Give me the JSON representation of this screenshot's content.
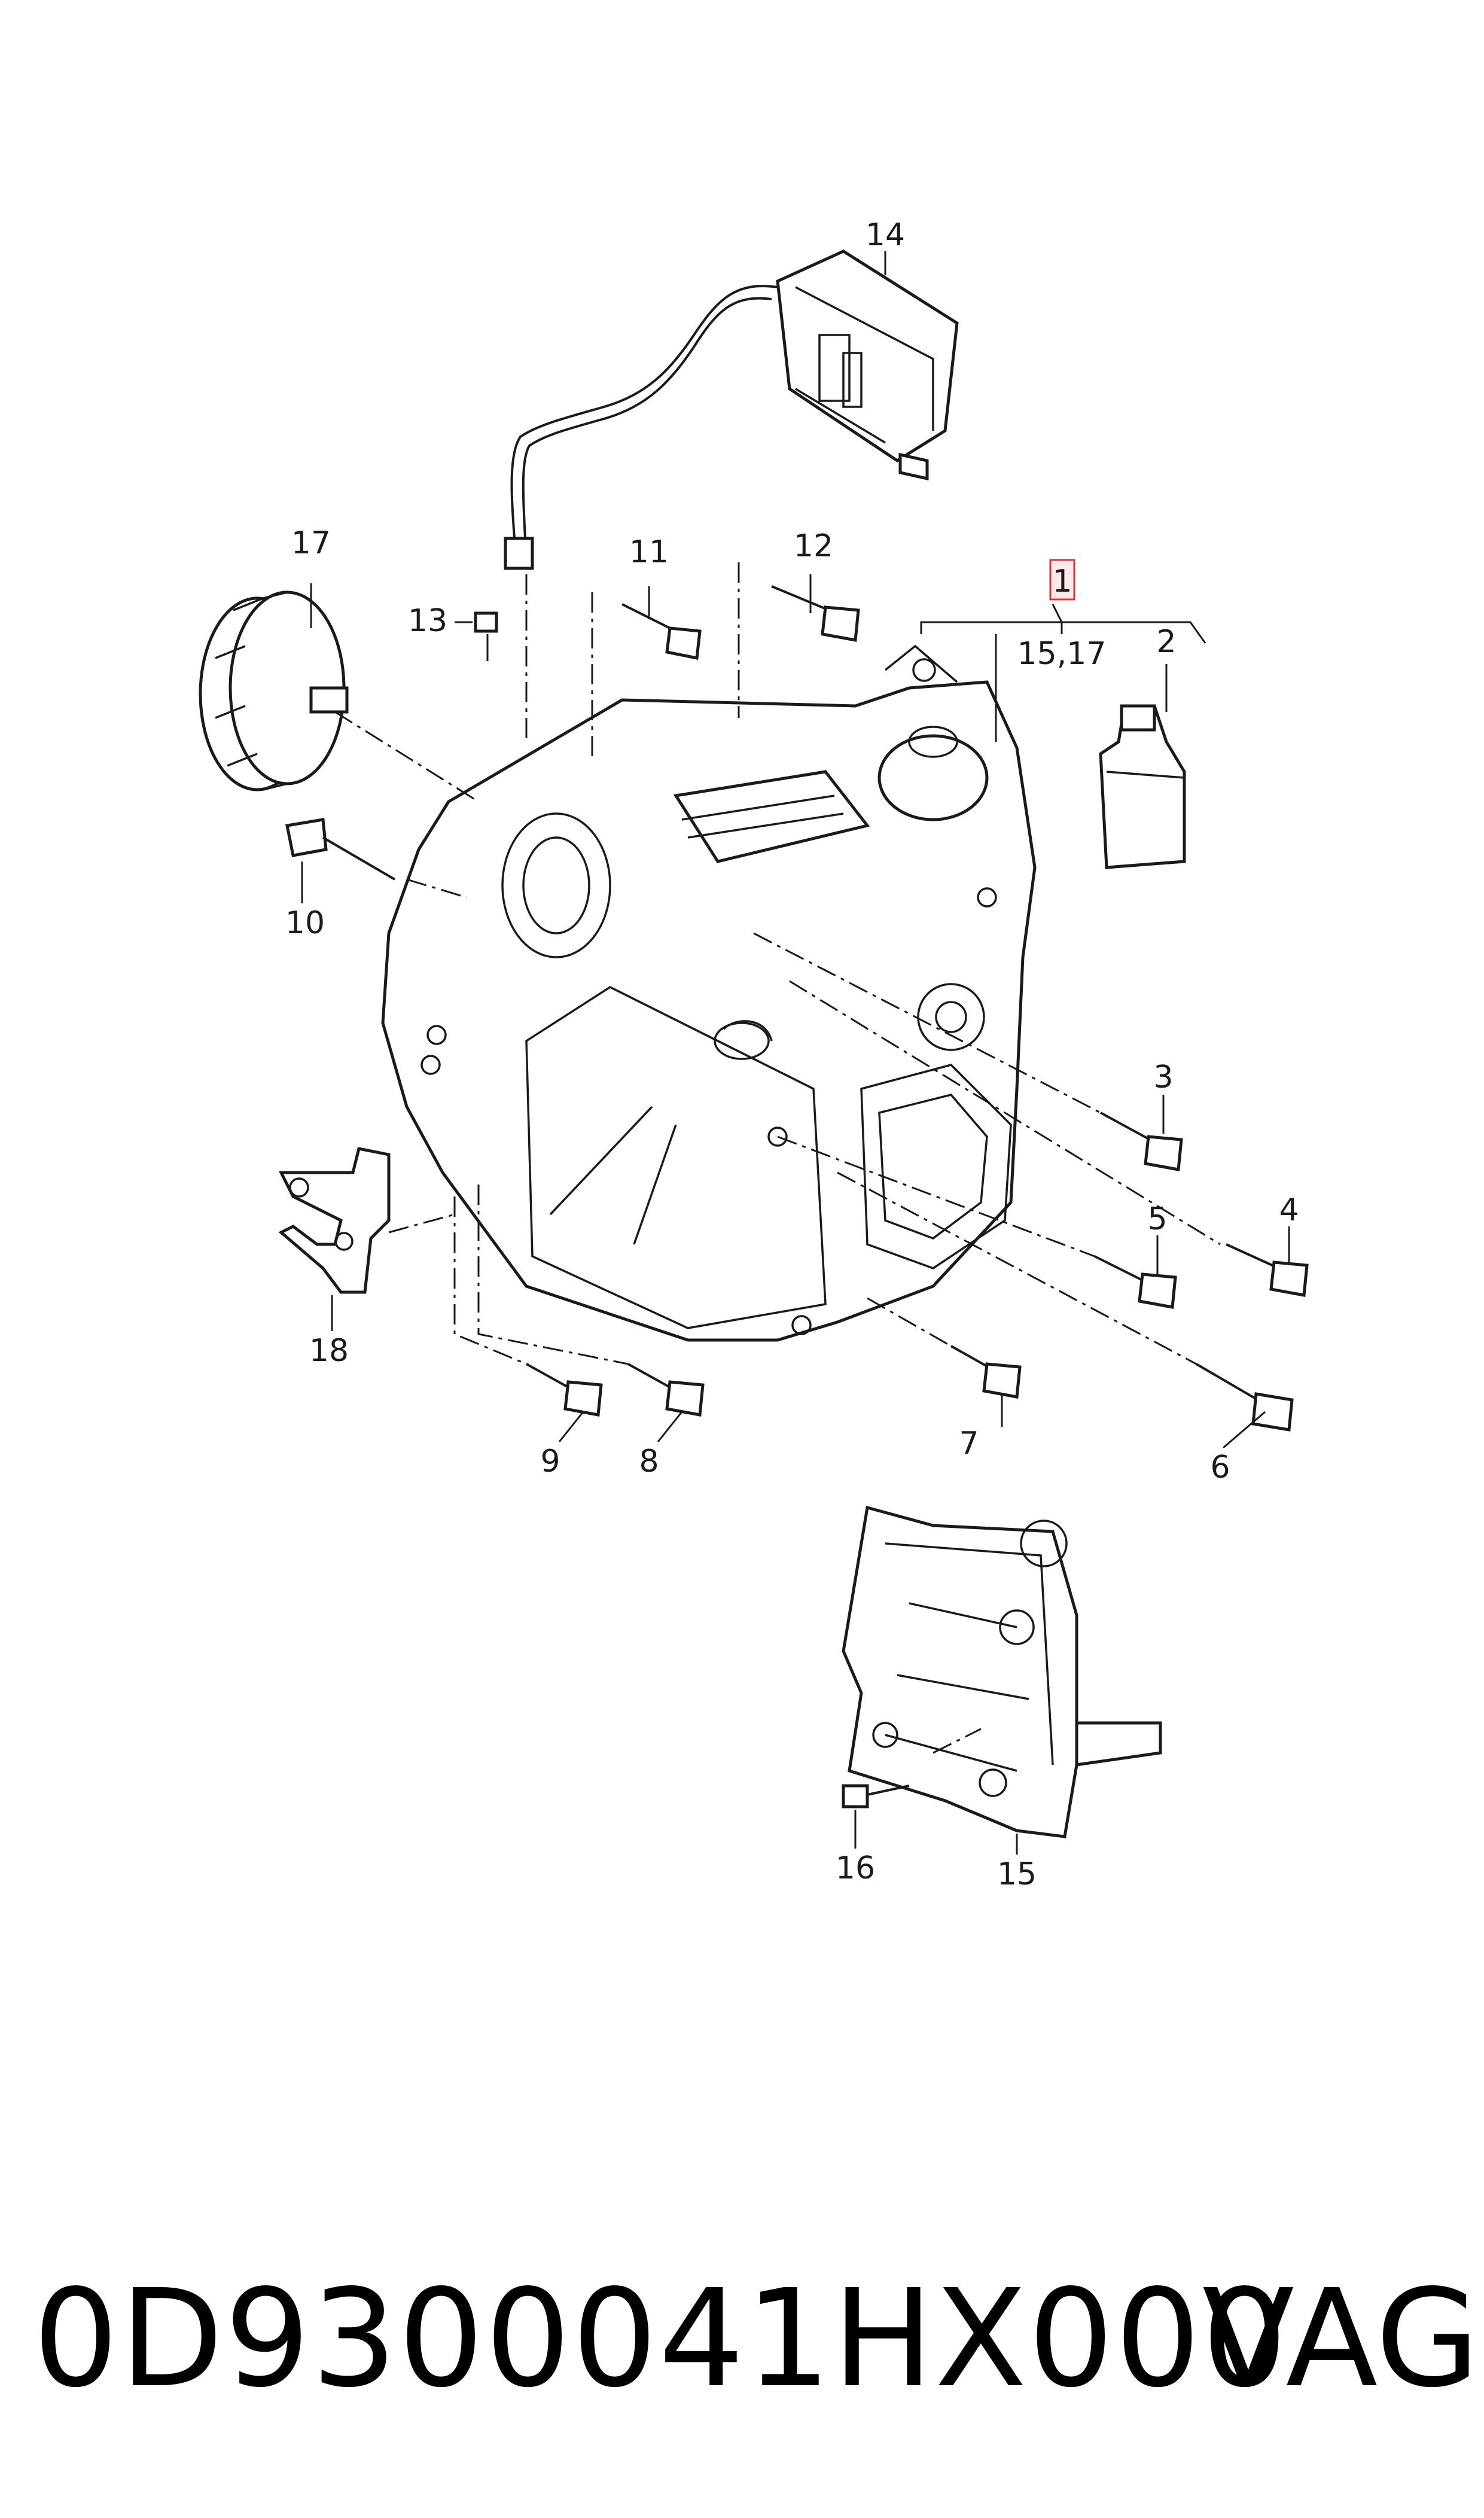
{
  "callouts": {
    "c1": "1",
    "c1_sub": "15,17",
    "c2": "2",
    "c3": "3",
    "c4": "4",
    "c5": "5",
    "c6": "6",
    "c7": "7",
    "c8": "8",
    "c9": "9",
    "c10": "10",
    "c11": "11",
    "c12": "12",
    "c13": "13",
    "c14": "14",
    "c15": "15",
    "c16": "16",
    "c17": "17",
    "c18": "18"
  },
  "footer": {
    "part_number": "0D9300041HX000",
    "brand": "VAG"
  },
  "colors": {
    "line": "#1a1a1a",
    "highlight_fill": "#fde9ea",
    "highlight_border": "#d9333f"
  }
}
